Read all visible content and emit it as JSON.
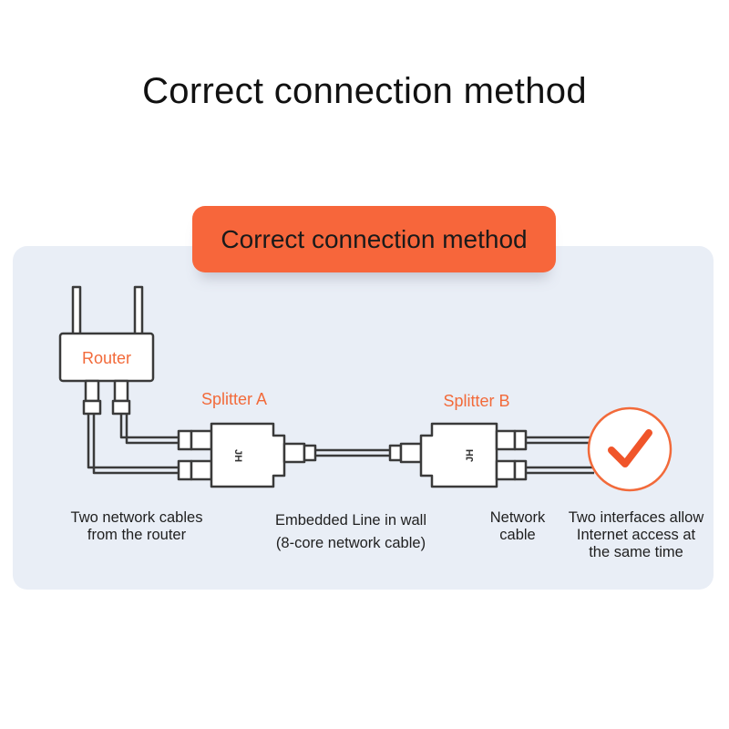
{
  "title": "Correct connection method",
  "banner": {
    "label": "Correct connection method"
  },
  "labels": {
    "router": "Router",
    "splitter_a": "Splitter A",
    "splitter_b": "Splitter B",
    "splitter_brand": "JH"
  },
  "captions": {
    "cables_from_router": {
      "line1": "Two network cables",
      "line2": "from the router"
    },
    "embedded_line": {
      "line1": "Embedded Line in wall",
      "line2": "(8-core network cable)"
    },
    "network_cable": {
      "line1": "Network",
      "line2": "cable"
    },
    "two_interfaces": {
      "line1": "Two interfaces allow",
      "line2": "Internet access at",
      "line3": "the same time"
    }
  },
  "icons": {
    "checkmark": "check-icon",
    "router": "router-icon"
  },
  "colors": {
    "accent": "#f7663b",
    "label_orange": "#f26a3a",
    "panel_bg": "#e9eef6",
    "line": "#3a3a3a"
  }
}
